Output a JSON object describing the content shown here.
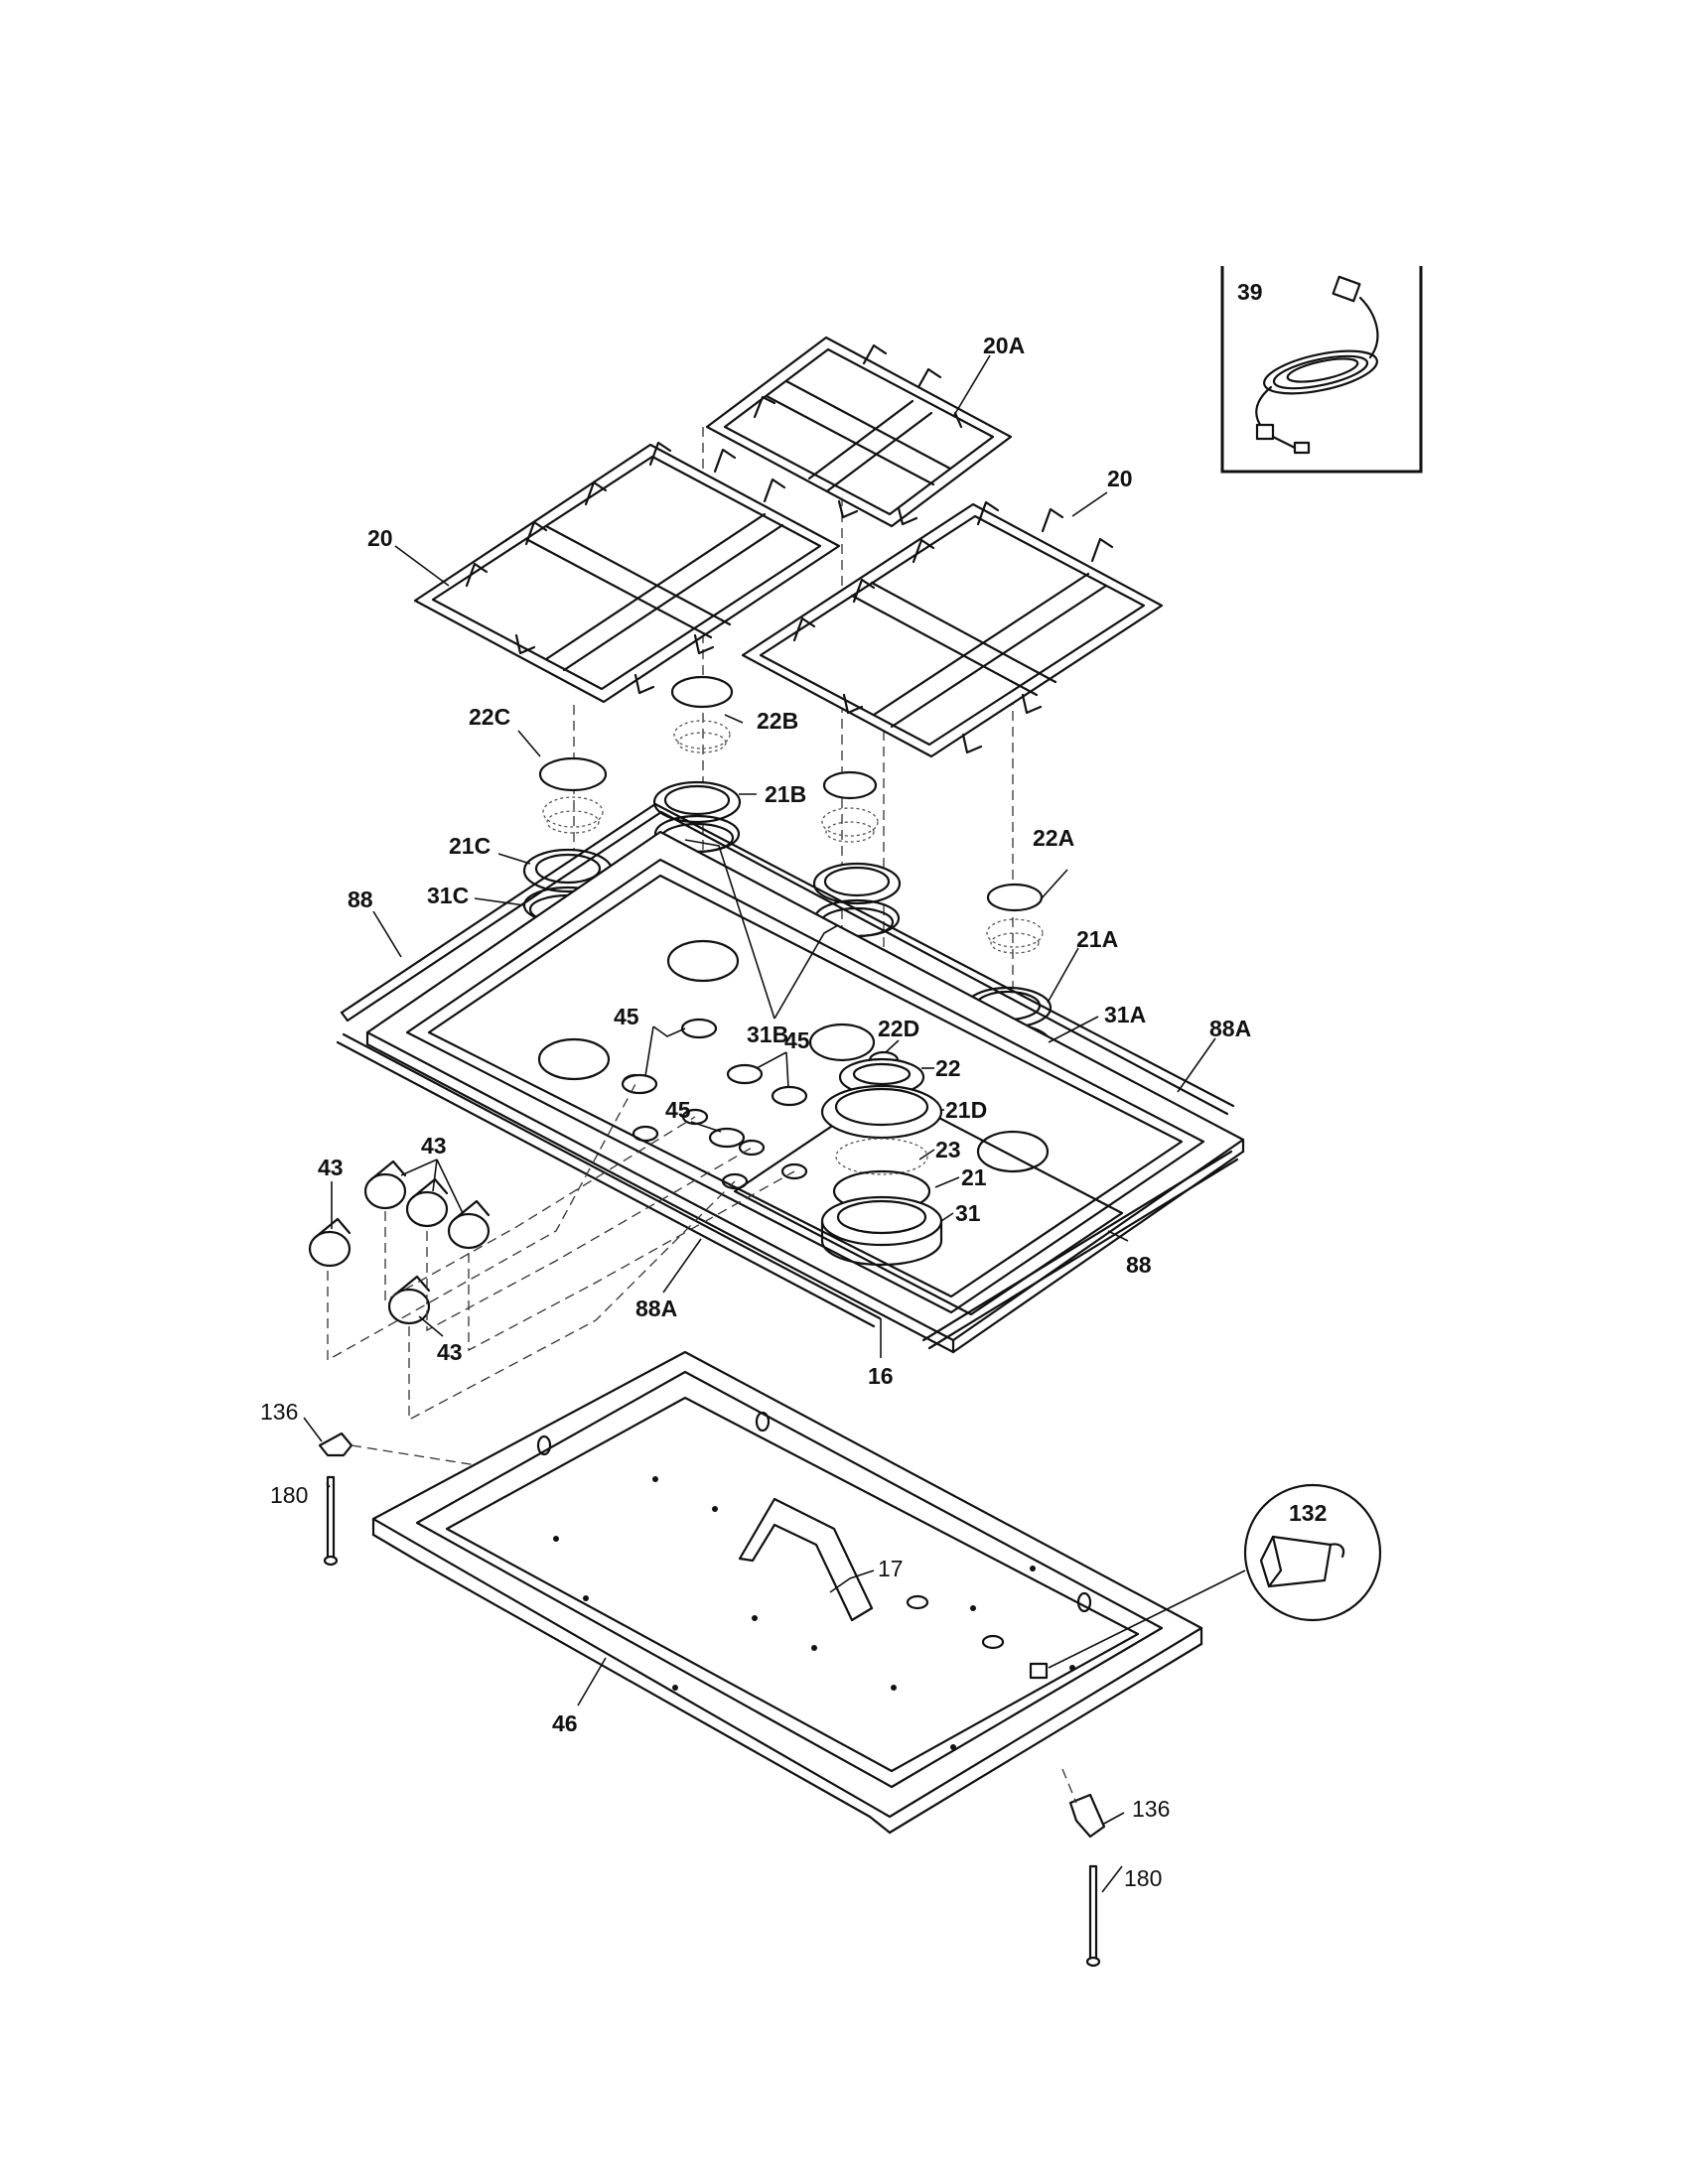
{
  "labels": {
    "l39": "39",
    "l20A": "20A",
    "l20_right": "20",
    "l20_left": "20",
    "l22C": "22C",
    "l22B": "22B",
    "l21B": "21B",
    "l21C": "21C",
    "l31C": "31C",
    "l88_left": "88",
    "l22A": "22A",
    "l21A": "21A",
    "l31A": "31A",
    "l88A_right": "88A",
    "l31B": "31B",
    "l22D": "22D",
    "l45_a": "45",
    "l45_b": "45",
    "l45_c": "45",
    "l22": "22",
    "l21D": "21D",
    "l23": "23",
    "l21": "21",
    "l31": "31",
    "l43_a": "43",
    "l43_b": "43",
    "l43_c": "43",
    "l88A_bottom": "88A",
    "l88_right": "88",
    "l16": "16",
    "l136_left": "136",
    "l180_left": "180",
    "l132": "132",
    "l17": "17",
    "l46": "46",
    "l136_right": "136",
    "l180_right": "180"
  }
}
